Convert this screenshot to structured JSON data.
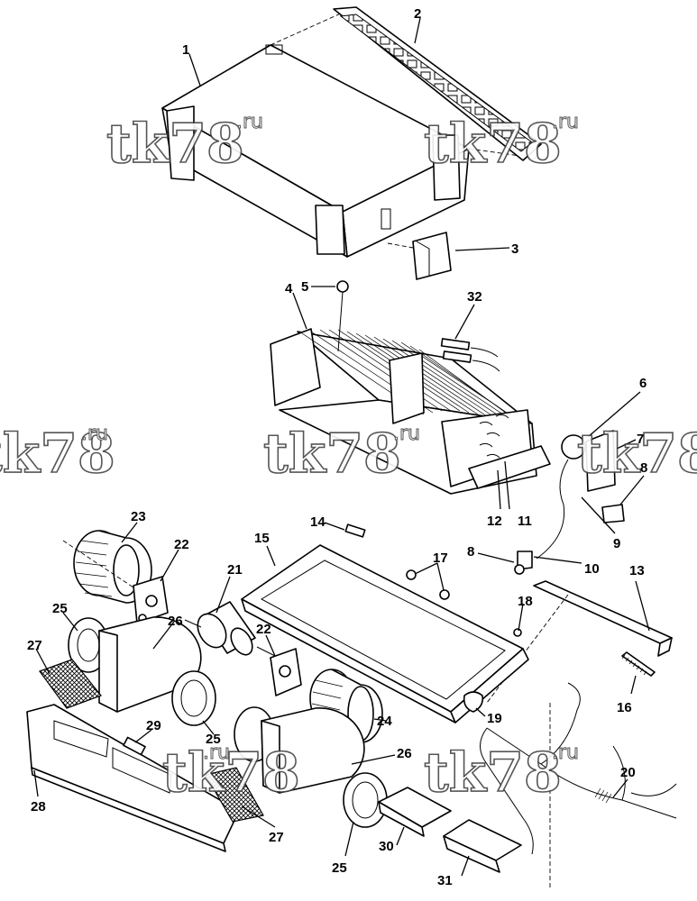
{
  "diagram": {
    "type": "exploded-parts-view",
    "watermark": {
      "text": "tk78",
      "suffix": ".ru"
    },
    "callouts": [
      {
        "id": "1",
        "label": "1"
      },
      {
        "id": "2",
        "label": "2"
      },
      {
        "id": "3",
        "label": "3"
      },
      {
        "id": "4",
        "label": "4"
      },
      {
        "id": "5",
        "label": "5"
      },
      {
        "id": "6",
        "label": "6"
      },
      {
        "id": "7",
        "label": "7"
      },
      {
        "id": "8a",
        "label": "8"
      },
      {
        "id": "8b",
        "label": "8"
      },
      {
        "id": "9",
        "label": "9"
      },
      {
        "id": "10",
        "label": "10"
      },
      {
        "id": "11",
        "label": "11"
      },
      {
        "id": "12",
        "label": "12"
      },
      {
        "id": "13",
        "label": "13"
      },
      {
        "id": "14",
        "label": "14"
      },
      {
        "id": "15",
        "label": "15"
      },
      {
        "id": "16",
        "label": "16"
      },
      {
        "id": "17",
        "label": "17"
      },
      {
        "id": "18",
        "label": "18"
      },
      {
        "id": "19",
        "label": "19"
      },
      {
        "id": "20",
        "label": "20"
      },
      {
        "id": "21",
        "label": "21"
      },
      {
        "id": "22a",
        "label": "22"
      },
      {
        "id": "22b",
        "label": "22"
      },
      {
        "id": "23",
        "label": "23"
      },
      {
        "id": "24",
        "label": "24"
      },
      {
        "id": "25a",
        "label": "25"
      },
      {
        "id": "25b",
        "label": "25"
      },
      {
        "id": "25c",
        "label": "25"
      },
      {
        "id": "26a",
        "label": "26"
      },
      {
        "id": "26b",
        "label": "26"
      },
      {
        "id": "27a",
        "label": "27"
      },
      {
        "id": "27b",
        "label": "27"
      },
      {
        "id": "28",
        "label": "28"
      },
      {
        "id": "29",
        "label": "29"
      },
      {
        "id": "30",
        "label": "30"
      },
      {
        "id": "31",
        "label": "31"
      },
      {
        "id": "32",
        "label": "32"
      }
    ]
  }
}
